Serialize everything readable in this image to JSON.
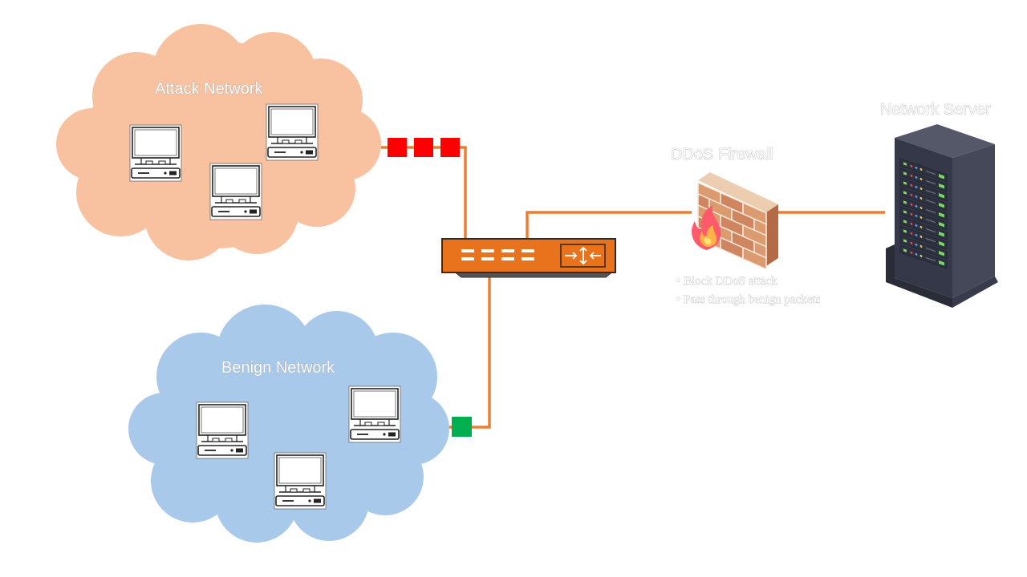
{
  "attack_network": {
    "label": "Attack Network",
    "computer_count": 3
  },
  "benign_network": {
    "label": "Benign Network",
    "computer_count": 3
  },
  "firewall": {
    "label": "DDoS Firewall",
    "bullets": [
      "Block DDoS attack",
      "Pass through benign packets"
    ]
  },
  "server": {
    "label": "Network Server"
  },
  "colors": {
    "attack_cloud": "#f8c1a0",
    "benign_cloud": "#a9c9ea",
    "link": "#ed7d31",
    "attack_packet": "#ff0000",
    "benign_packet": "#00b050",
    "switch": "#e8731c"
  }
}
